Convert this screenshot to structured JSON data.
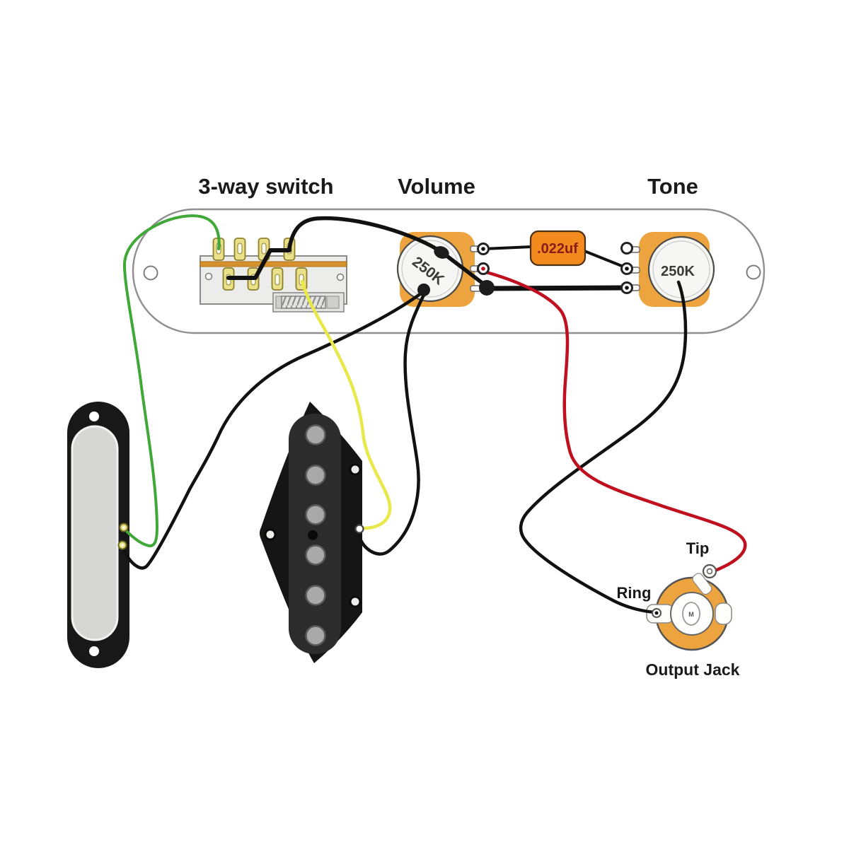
{
  "labels": {
    "three_way_switch": "3-way switch",
    "volume": "Volume",
    "tone": "Tone",
    "volume_pot_value": "250K",
    "tone_pot_value": "250K",
    "capacitor_value": ".022uf",
    "tip": "Tip",
    "ring": "Ring",
    "output_jack": "Output Jack",
    "jack_center_mark": "M"
  },
  "colors": {
    "pot_body_orange": "#eda43e",
    "capacitor_orange": "#f28a1e",
    "jack_orange": "#eda43e",
    "switch_band_orange": "#d6912c",
    "switch_lug_gold": "#e9e18a",
    "wire_green": "#3fa838",
    "wire_yellow": "#e8e84a",
    "wire_red": "#c00f1e",
    "wire_black": "#111111",
    "plate_outline_gray": "#8f8f8f",
    "capacitor_text": "#8b1b1b"
  },
  "wires": [
    {
      "color": "green",
      "from": "neck-pickup-upper-eyelet",
      "to": "switch-top-lug-1"
    },
    {
      "color": "black",
      "from": "neck-pickup-lower-eyelet",
      "to": "volume-pot-casing-ground"
    },
    {
      "color": "black",
      "from": "switch-bottom-lug-1",
      "to": "switch-top-lug-4",
      "note": "jumper"
    },
    {
      "color": "black",
      "from": "switch-top-lug-4",
      "to": "volume-pot-casing-and-lug-3"
    },
    {
      "color": "black",
      "from": "volume-lug-1",
      "to": "capacitor-left-lead"
    },
    {
      "color": "black",
      "from": "capacitor-right-lead",
      "to": "tone-lug-2"
    },
    {
      "color": "black",
      "from": "volume-lug-3",
      "to": "tone-lug-3"
    },
    {
      "color": "red",
      "from": "volume-lug-2",
      "to": "output-jack-tip"
    },
    {
      "color": "black",
      "from": "tone-pot-casing",
      "to": "output-jack-ring"
    },
    {
      "color": "yellow",
      "from": "switch-bottom-lug-4",
      "to": "bridge-pickup-eyelet"
    },
    {
      "color": "black",
      "from": "bridge-pickup-eyelet",
      "to": "volume-pot-casing-ground"
    }
  ]
}
